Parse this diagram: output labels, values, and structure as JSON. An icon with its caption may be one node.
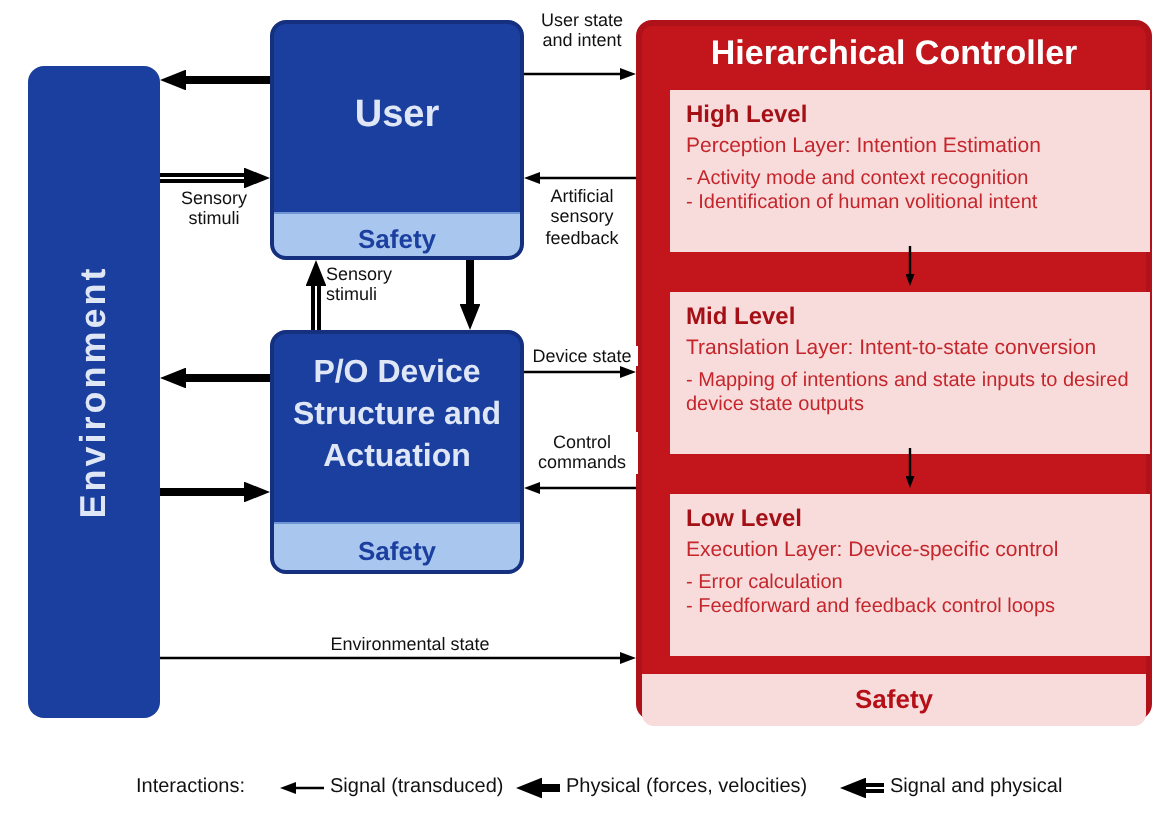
{
  "diagram": {
    "nodes": [
      {
        "text": [
          "Environment"
        ]
      },
      {
        "text": [
          "User"
        ]
      },
      {
        "text": [
          "Safety"
        ],
        "in": 1
      },
      {
        "text": [
          "P/O Device Structure and Actuation"
        ]
      },
      {
        "text": [
          "Safety"
        ],
        "in": 3
      },
      {
        "text": [
          "Hierarchical Controller"
        ]
      },
      {
        "text": [
          "High Level",
          "Perception Layer: Intention Estimation",
          "- Activity mode and context recognition",
          "- Identification of human volitional intent"
        ],
        "in": 5
      },
      {
        "text": [
          "Mid Level",
          "Translation Layer: Intent-to-state conversion",
          "- Mapping of intentions and state inputs to desired device state outputs"
        ],
        "in": 5
      },
      {
        "text": [
          "Low Level",
          "Execution Layer: Device-specific control",
          "- Error calculation",
          "- Feedforward and feedback control loops"
        ],
        "in": 5
      },
      {
        "text": [
          "Safety"
        ],
        "in": 5
      }
    ],
    "edges": [
      {
        "from": 1,
        "to": 0,
        "arrow": "to",
        "style": "thick"
      },
      {
        "from": 0,
        "to": 1,
        "arrow": "to",
        "style": "thick",
        "label": "Sensory stimuli"
      },
      {
        "from": 1,
        "to": 5,
        "arrow": "to",
        "label": "User state and intent"
      },
      {
        "from": 5,
        "to": 1,
        "arrow": "to",
        "label": "Artificial sensory feedback"
      },
      {
        "from": 3,
        "to": 1,
        "arrow": "to",
        "style": "thick",
        "label": "Sensory stimuli"
      },
      {
        "from": 1,
        "to": 3,
        "arrow": "to",
        "style": "thick"
      },
      {
        "from": 3,
        "to": 0,
        "arrow": "to",
        "style": "thick"
      },
      {
        "from": 0,
        "to": 3,
        "arrow": "to",
        "style": "thick"
      },
      {
        "from": 3,
        "to": 5,
        "arrow": "to",
        "label": "Device state"
      },
      {
        "from": 5,
        "to": 3,
        "arrow": "to",
        "label": "Control commands"
      },
      {
        "from": 0,
        "to": 5,
        "arrow": "to",
        "label": "Environmental state"
      },
      {
        "from": 6,
        "to": 7,
        "arrow": "to"
      },
      {
        "from": 7,
        "to": 8,
        "arrow": "to"
      }
    ],
    "labels": [
      "Interactions:"
    ],
    "legend": [
      {
        "text": "Signal (transduced)"
      },
      {
        "text": "Physical (forces, velocities)"
      },
      {
        "text": "Signal and physical"
      }
    ]
  }
}
